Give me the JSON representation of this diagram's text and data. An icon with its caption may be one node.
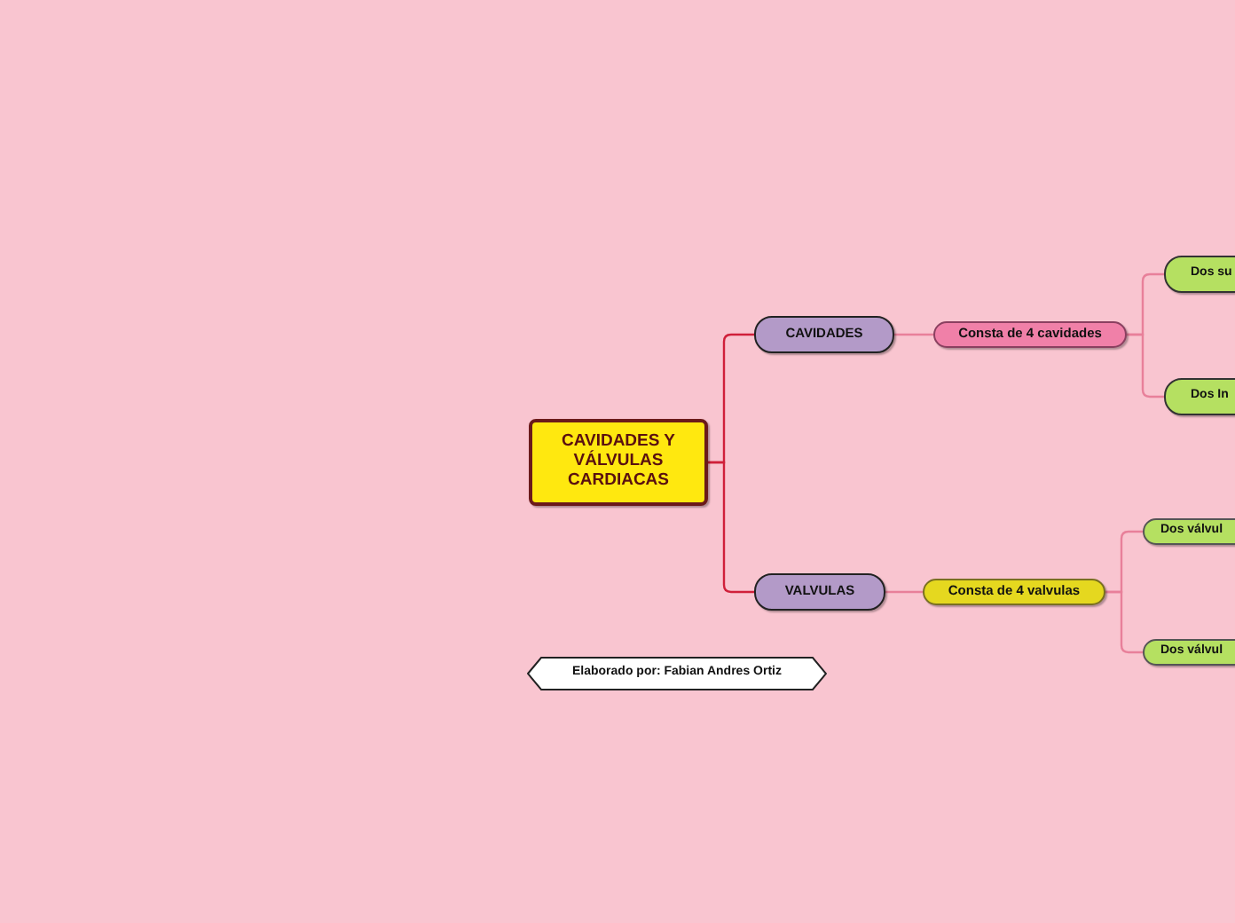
{
  "diagram": {
    "nodes": [
      {
        "text": [
          "CAVIDADES Y VÁLVULAS CARDIACAS"
        ]
      },
      {
        "text": [
          "CAVIDADES"
        ]
      },
      {
        "text": [
          "Consta de 4 cavidades"
        ]
      },
      {
        "text": [
          "Dos su"
        ]
      },
      {
        "text": [
          "Dos In"
        ]
      },
      {
        "text": [
          "VALVULAS"
        ]
      },
      {
        "text": [
          "Consta de 4 valvulas"
        ]
      },
      {
        "text": [
          "Dos válvul"
        ]
      },
      {
        "text": [
          "Dos válvul"
        ]
      },
      {
        "text": [
          "Elaborado por: Fabian Andres Ortiz"
        ]
      }
    ],
    "edges": [
      {
        "from": 0,
        "to": 1,
        "arrow": "none",
        "color": "#d0203a"
      },
      {
        "from": 1,
        "to": 2,
        "arrow": "none"
      },
      {
        "from": 2,
        "to": 3,
        "arrow": "none"
      },
      {
        "from": 2,
        "to": 4,
        "arrow": "none"
      },
      {
        "from": 0,
        "to": 5,
        "arrow": "none",
        "color": "#d0203a"
      },
      {
        "from": 5,
        "to": 6,
        "arrow": "none"
      },
      {
        "from": 6,
        "to": 7,
        "arrow": "none"
      },
      {
        "from": 6,
        "to": 8,
        "arrow": "none"
      }
    ]
  }
}
